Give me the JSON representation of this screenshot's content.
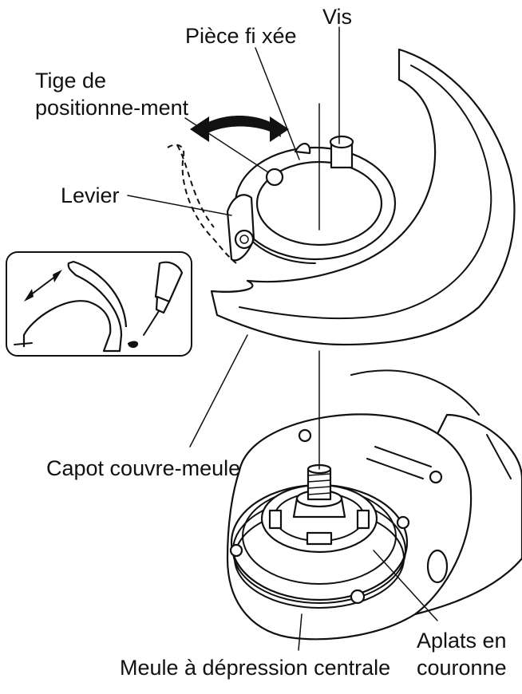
{
  "labels": {
    "vis": "Vis",
    "piece_fixee": "Pièce fi xée",
    "tige_line1": "Tige de",
    "tige_line2": "positionne-ment",
    "levier": "Levier",
    "capot": "Capot couvre-meule",
    "meule": "Meule à dépression centrale",
    "aplats_line1": "Aplats en",
    "aplats_line2": "couronne"
  }
}
